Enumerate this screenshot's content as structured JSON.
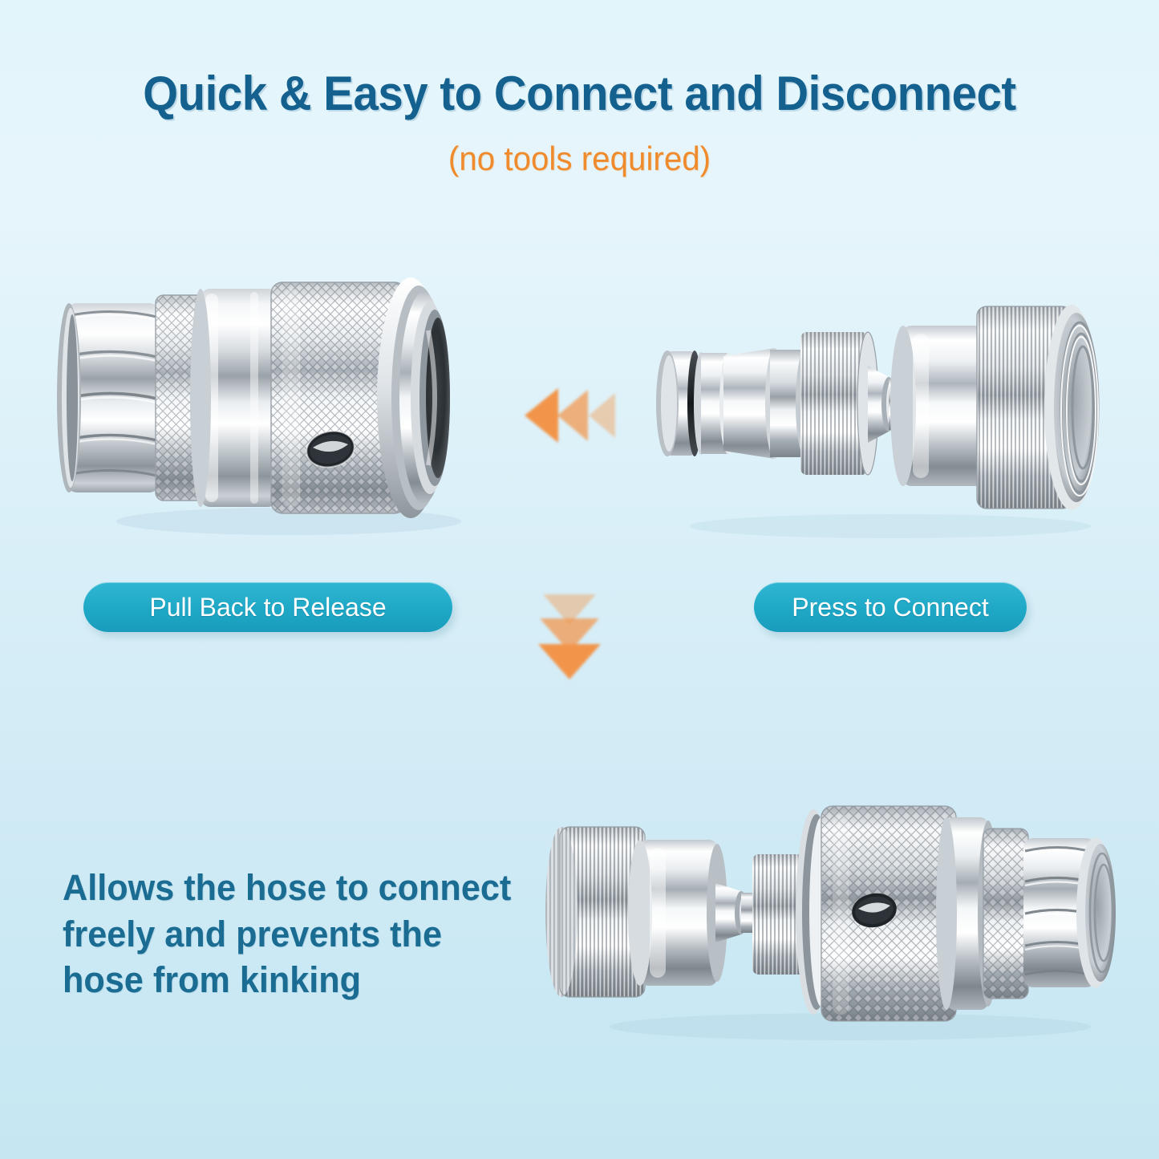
{
  "page": {
    "background_top_color": "#e2f5fb",
    "background_bottom_color": "#c6e7f2"
  },
  "header": {
    "title": "Quick & Easy to Connect and Disconnect",
    "title_color": "#14618f",
    "subtitle": "(no tools required)",
    "subtitle_color": "#ef8b2c"
  },
  "labels": {
    "left_pill": "Pull Back to Release",
    "right_pill": "Press to Connect",
    "pill_color": "#1fa8c6",
    "pill_text_color": "#ffffff"
  },
  "arrows": {
    "left_arrow_name": "triple-chevron-left",
    "down_arrow_name": "triple-chevron-down",
    "arrow_color": "#f39a55"
  },
  "body_text": {
    "color": "#1b6c92",
    "lines": [
      "Allows the hose to connect",
      "freely and prevents the",
      "hose from kinking"
    ]
  },
  "products": {
    "female_coupler": {
      "name": "female quick-connect coupler",
      "finish": "polished stainless steel"
    },
    "male_plug": {
      "name": "male quick-connect plug with swivel nut",
      "finish": "polished stainless steel"
    },
    "assembled": {
      "name": "assembled swivel quick-connect set",
      "finish": "polished stainless steel"
    }
  }
}
